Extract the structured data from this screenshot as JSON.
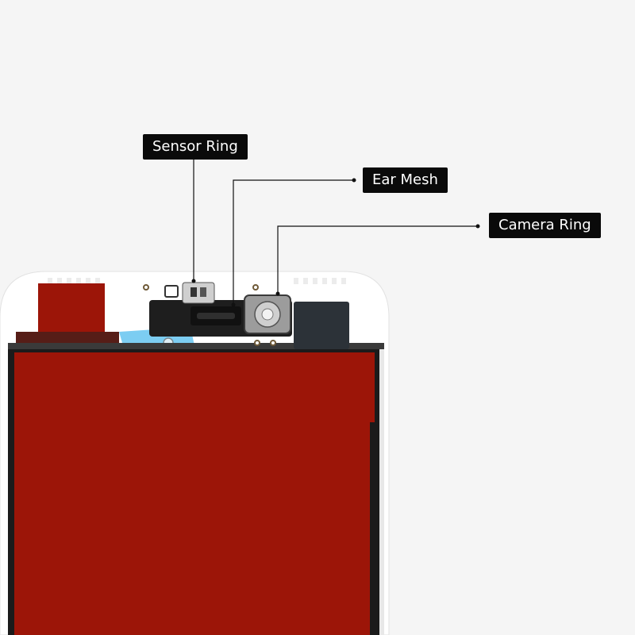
{
  "callouts": {
    "sensor_ring": "Sensor Ring",
    "ear_mesh": "Ear Mesh",
    "camera_ring": "Camera Ring"
  },
  "colors": {
    "background": "#f5f5f5",
    "frame": "#ffffff",
    "bezel": "#1b1b1b",
    "panel": "#9c1508",
    "flex_tape": "#7ccdf2",
    "callout_bg": "#0a0a0a",
    "callout_text": "#ffffff"
  }
}
